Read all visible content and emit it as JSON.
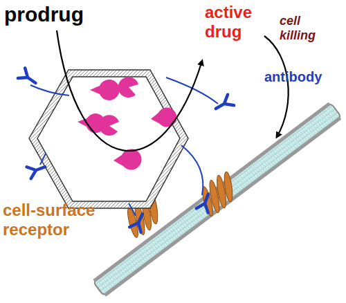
{
  "diagram": {
    "labels": [
      "prodrug",
      "active drug",
      "cell killing",
      "antibody",
      "cell-surface receptor"
    ]
  }
}
